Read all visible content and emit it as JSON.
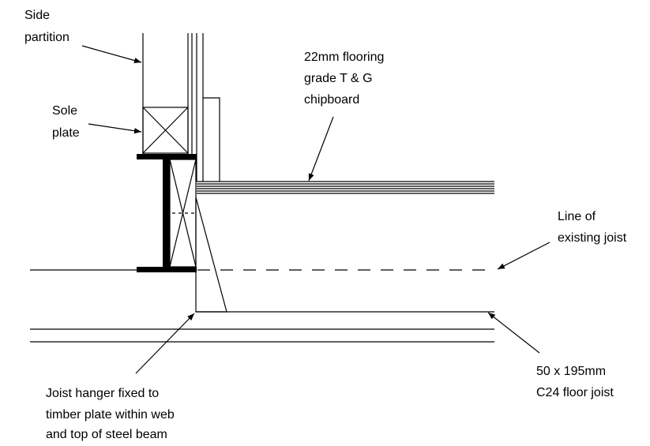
{
  "labels": {
    "side_partition": [
      "Side",
      "partition"
    ],
    "sole_plate": [
      "Sole",
      "plate"
    ],
    "flooring": [
      "22mm flooring",
      "grade T & G",
      "chipboard"
    ],
    "existing_joist": [
      "Line of",
      "existing joist"
    ],
    "floor_joist": [
      "50 x 195mm",
      "C24 floor joist"
    ],
    "joist_hanger": [
      "Joist hanger fixed to",
      "timber plate within web",
      "and top of steel beam"
    ]
  },
  "colors": {
    "line": "#000000",
    "background": "#ffffff"
  }
}
